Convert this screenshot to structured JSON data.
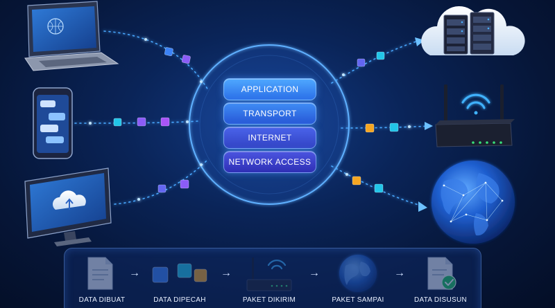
{
  "stack": {
    "layers": [
      "APPLICATION",
      "TRANSPORT",
      "INTERNET",
      "NETWORK ACCESS"
    ]
  },
  "flow": {
    "steps": [
      "DATA DIBUAT",
      "DATA DIPECAH",
      "PAKET DIKIRIM",
      "PAKET SAMPAI",
      "DATA DISUSUN"
    ],
    "arrow_glyph": "→"
  },
  "colors": {
    "background": "#061638",
    "glow": "#3aa0ff",
    "packet_blue": "#3b82f6",
    "packet_purple": "#8b5cf6",
    "packet_orange": "#f5a623",
    "packet_cyan": "#22c5e8",
    "check_green": "#22c55e"
  },
  "icons": [
    "laptop-icon",
    "smartphone-icon",
    "monitor-cloud-icon",
    "cloud-server-icon",
    "router-icon",
    "globe-icon",
    "document-icon",
    "data-blocks-icon",
    "document-check-icon"
  ]
}
